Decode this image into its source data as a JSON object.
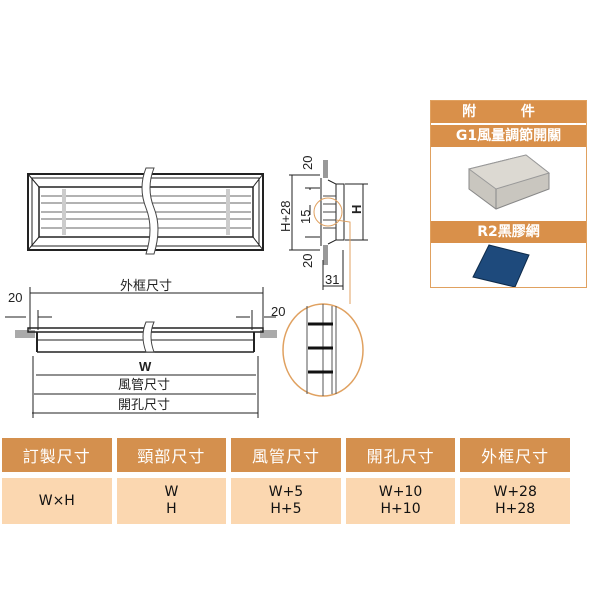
{
  "accessories": {
    "title": "附 件",
    "items": [
      {
        "label": "G1風量調節開關"
      },
      {
        "label": "R2黑膠網"
      }
    ]
  },
  "dimensions": {
    "top_20": "20",
    "h_plus_28": "H+28",
    "d15": "15",
    "bottom_20": "20",
    "h": "H",
    "d31": "31",
    "outer_frame": "外框尺寸",
    "left_20": "20",
    "right_20": "20",
    "w": "W",
    "duct": "風管尺寸",
    "opening": "開孔尺寸"
  },
  "table": {
    "headers": [
      "訂製尺寸",
      "頸部尺寸",
      "風管尺寸",
      "開孔尺寸",
      "外框尺寸"
    ],
    "row": [
      [
        "W×H"
      ],
      [
        "W",
        "H"
      ],
      [
        "W+5",
        "H+5"
      ],
      [
        "W+10",
        "H+10"
      ],
      [
        "W+28",
        "H+28"
      ]
    ]
  }
}
